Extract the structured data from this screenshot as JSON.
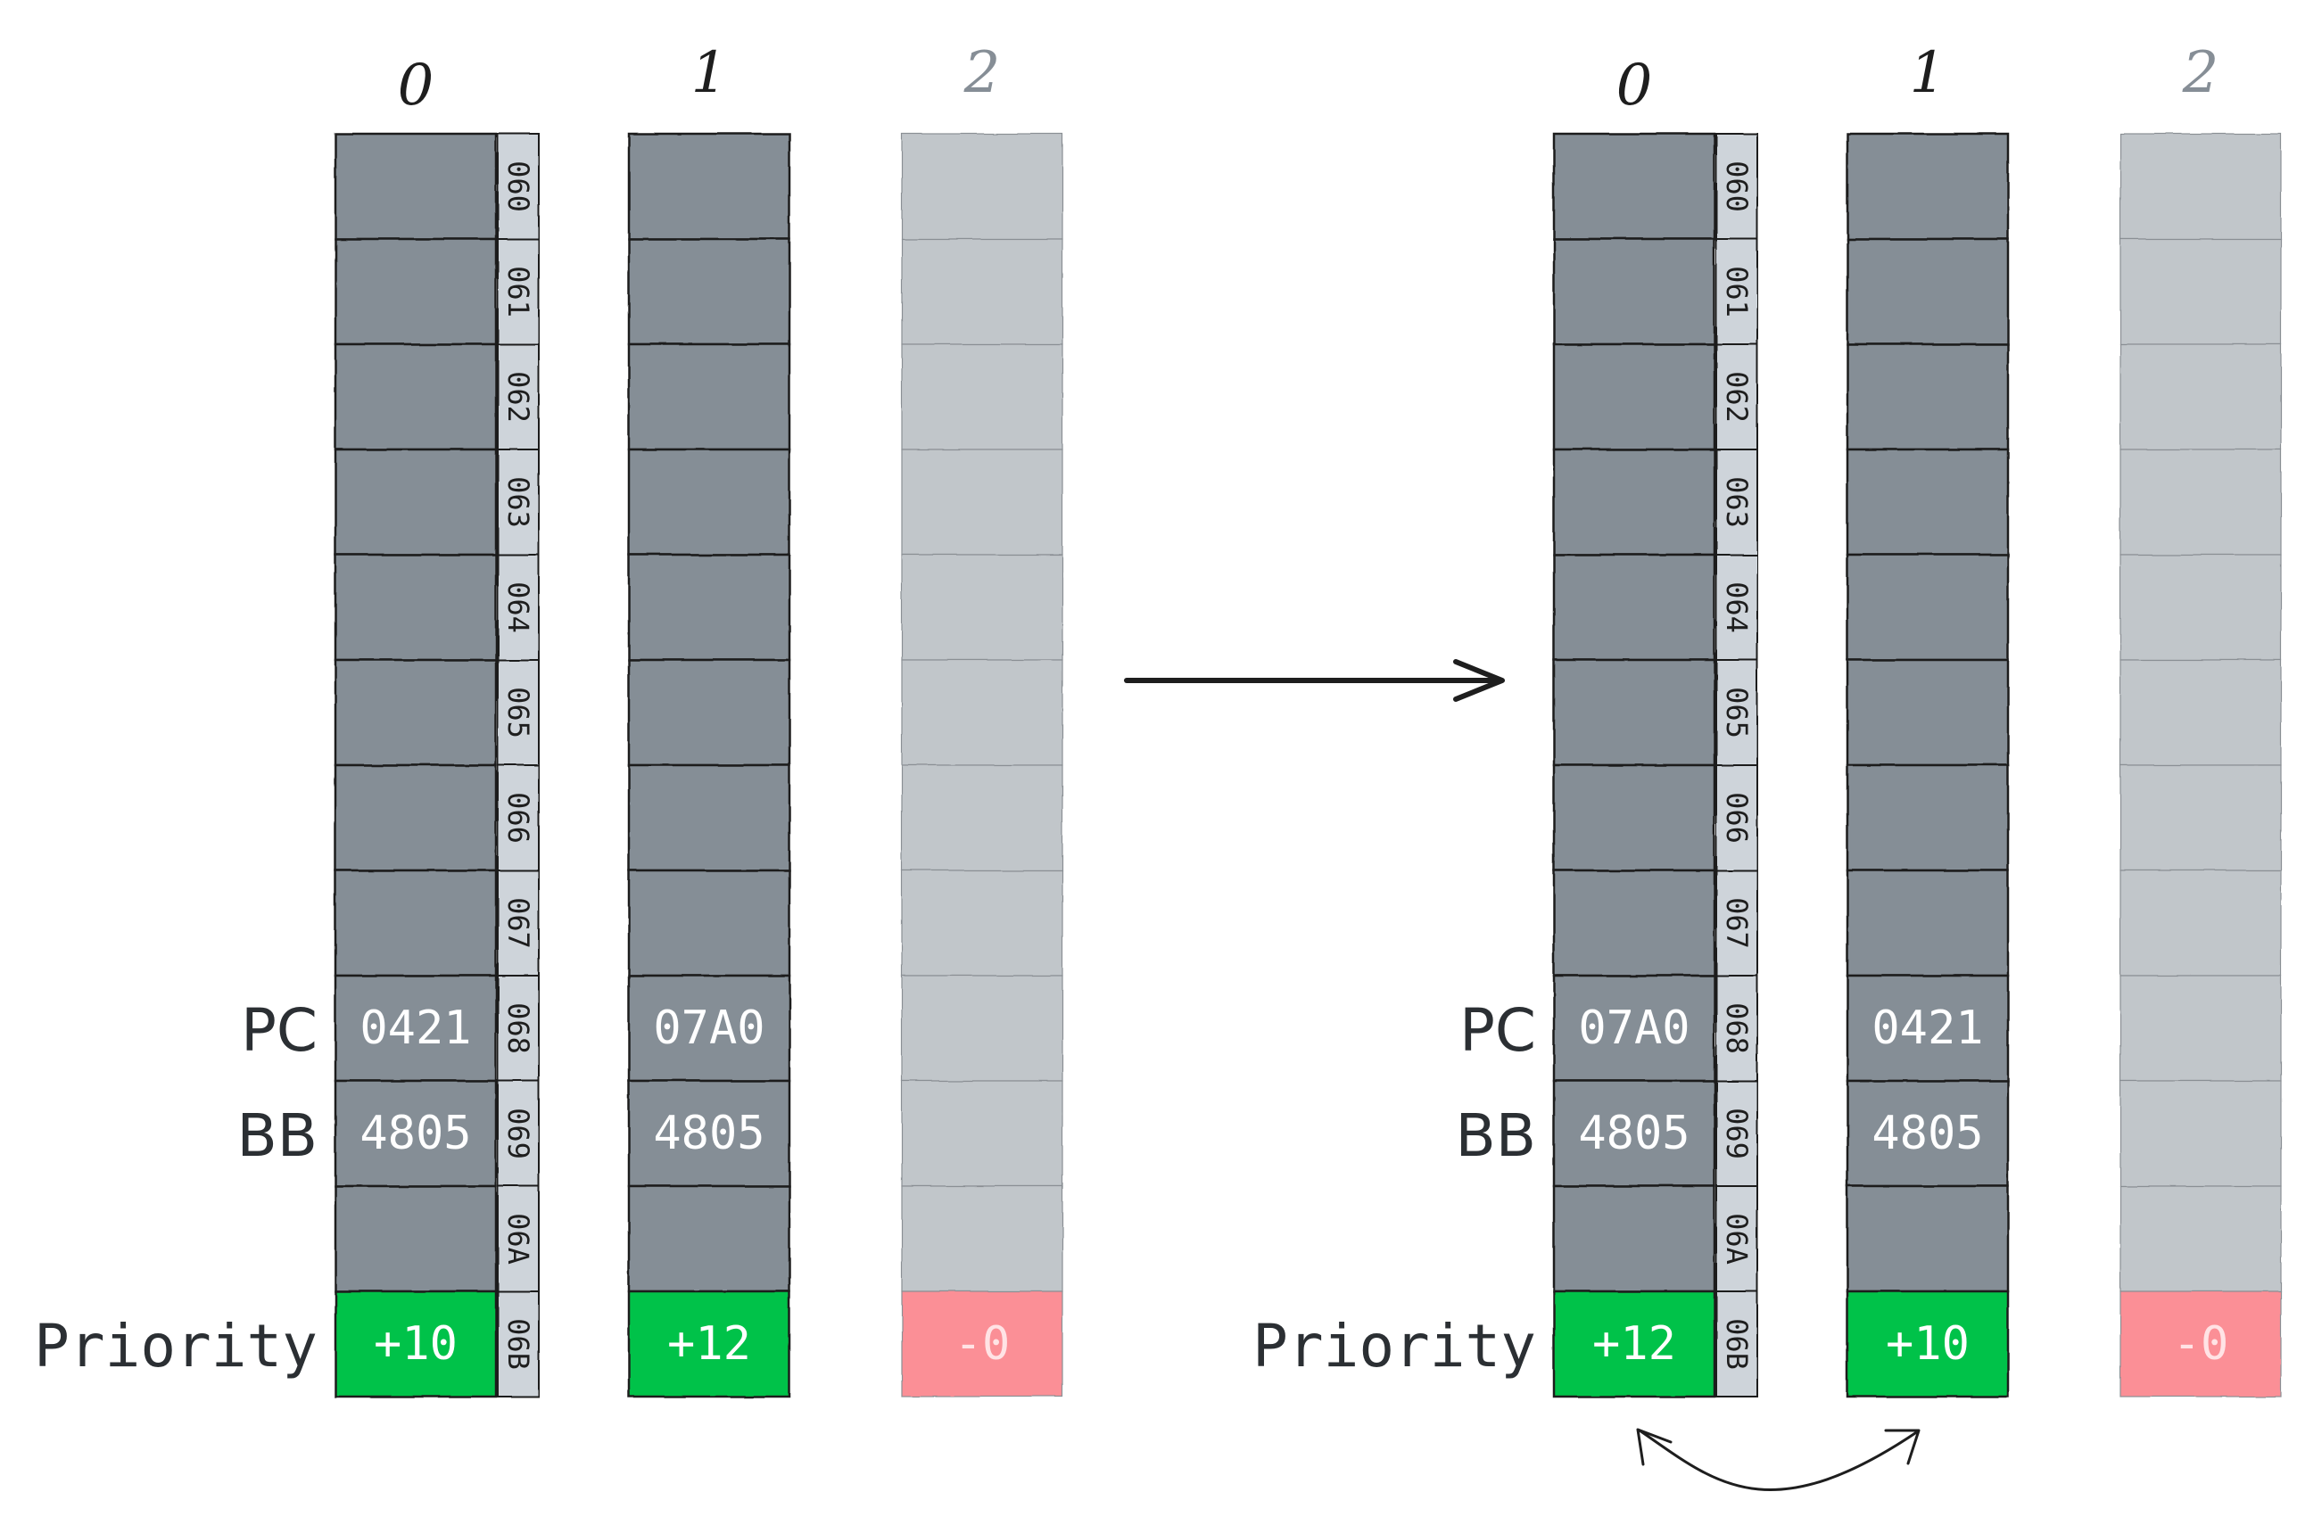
{
  "colors": {
    "active_cell": "#858e96",
    "inactive_cell": "#c1c6ca",
    "address_cell": "#ced4da",
    "priority_positive": "#06c249",
    "priority_zero": "#fb8f96",
    "cell_text": "#ffffff",
    "label_text": "#2b2f33",
    "outline": "#1e1e1e"
  },
  "addresses": [
    "060",
    "061",
    "062",
    "063",
    "064",
    "065",
    "066",
    "067",
    "068",
    "069",
    "06A",
    "06B"
  ],
  "row_labels": {
    "pc": "PC",
    "bb": "BB",
    "priority": "Priority"
  },
  "panels": [
    {
      "columns": [
        {
          "index_label": "0",
          "state": "active",
          "pc": "0421",
          "bb": "4805",
          "priority": "+10"
        },
        {
          "index_label": "1",
          "state": "active",
          "pc": "07A0",
          "bb": "4805",
          "priority": "+12"
        },
        {
          "index_label": "2",
          "state": "inactive",
          "pc": "",
          "bb": "",
          "priority": "-0"
        }
      ]
    },
    {
      "columns": [
        {
          "index_label": "0",
          "state": "active",
          "pc": "07A0",
          "bb": "4805",
          "priority": "+12"
        },
        {
          "index_label": "1",
          "state": "active",
          "pc": "0421",
          "bb": "4805",
          "priority": "+10"
        },
        {
          "index_label": "2",
          "state": "inactive",
          "pc": "",
          "bb": "",
          "priority": "-0"
        }
      ]
    }
  ],
  "transition_arrow": "right-arrow",
  "swap_arrow": "curved-double-arrow"
}
